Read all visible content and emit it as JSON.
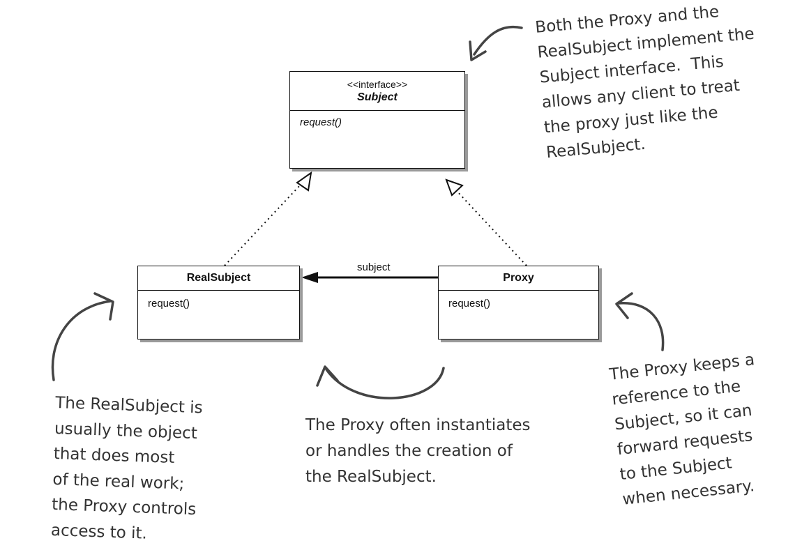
{
  "subject_interface": {
    "stereotype": "<<interface>>",
    "name": "Subject",
    "method": "request()"
  },
  "real_subject_class": {
    "name": "RealSubject",
    "method": "request()"
  },
  "proxy_class": {
    "name": "Proxy",
    "method": "request()"
  },
  "association": {
    "label": "subject"
  },
  "notes": {
    "top": "Both the Proxy and the\nRealSubject implement the\nSubject interface.  This\nallows any client to treat\nthe proxy just like the\nRealSubject.",
    "left": "The RealSubject is\nusually the object\nthat does most\nof the real work;\nthe Proxy controls\naccess to it.",
    "center": "The Proxy often instantiates\nor handles the creation of\nthe RealSubject.",
    "right": "The Proxy keeps a\nreference to the\nSubject, so it can\nforward requests\nto the Subject\nwhen necessary."
  },
  "colors": {
    "line": "#111111",
    "shadow": "#9a9a9a",
    "handwriting": "#333333"
  }
}
